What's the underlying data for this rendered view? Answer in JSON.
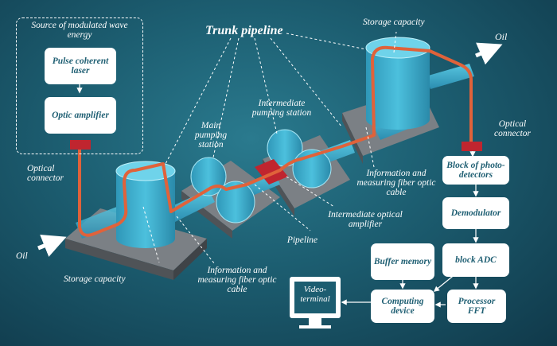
{
  "title": "Trunk pipeline",
  "source_frame": {
    "label": "Source of modulated wave energy"
  },
  "left_blocks": {
    "laser": "Pulse coherent laser",
    "amplifier": "Optic amplifier"
  },
  "right_blocks": {
    "photodetectors": "Block of photo-detectors",
    "demodulator": "Demodulator",
    "adc": "block ADC",
    "fft": "Processor FFT",
    "computing": "Computing device",
    "buffer": "Buffer memory"
  },
  "terminal_label": "Video-terminal",
  "labels": {
    "storage_top": "Storage capacity",
    "storage_bottom": "Storage capacity",
    "oil_in": "Oil",
    "oil_out": "Oil",
    "optical_connector_left": "Optical connector",
    "optical_connector_right": "Optical connector",
    "main_pumping": "Main pumping station",
    "intermediate_pumping": "Intermediate pumping station",
    "info_cable_right": "Information and measuring fiber optic cable",
    "info_cable_bottom": "Information and measuring fiber optic cable",
    "intermediate_amplifier": "Intermediate optical amplifier",
    "pipeline": "Pipeline"
  },
  "colors": {
    "background": "#1c5d70",
    "tank": "#35a9c9",
    "fiber": "#e0623a",
    "connector": "#c0252f",
    "platform": "#6f7479",
    "box_text": "#1f5f73"
  }
}
